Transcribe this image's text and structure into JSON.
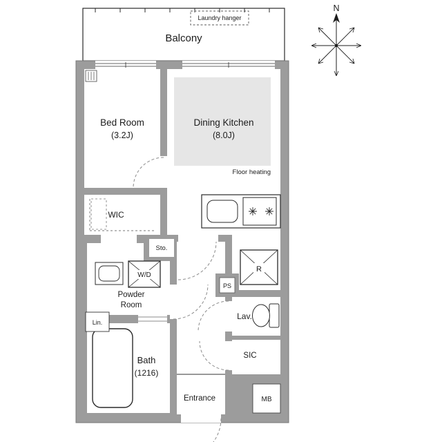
{
  "balcony": {
    "label": "Balcony",
    "laundry_label": "Laundry hanger"
  },
  "compass": {
    "north": "N"
  },
  "rooms": {
    "bedroom": {
      "name": "Bed Room",
      "size": "(3.2J)"
    },
    "dining_kitchen": {
      "name": "Dining Kitchen",
      "size": "(8.0J)",
      "floor_heating": "Floor heating"
    },
    "wic": {
      "name": "WIC"
    },
    "storage": {
      "name": "Sto."
    },
    "washer_dryer": {
      "name": "W/D"
    },
    "powder_room": {
      "name_line1": "Powder",
      "name_line2": "Room"
    },
    "linen": {
      "name": "Lin."
    },
    "bath": {
      "name": "Bath",
      "size": "(1216)"
    },
    "entrance": {
      "name": "Entrance"
    },
    "shoe_closet": {
      "name": "SIC"
    },
    "meter_box": {
      "name": "MB"
    },
    "lavatory": {
      "name": "Lav."
    },
    "refrigerator": {
      "name": "R"
    },
    "pipe_space": {
      "name": "PS"
    }
  },
  "colors": {
    "wall": "#9c9c9c",
    "floor_heating": "#e6e6e6",
    "line": "#1c1c1c",
    "dash": "#8a8a8a"
  }
}
